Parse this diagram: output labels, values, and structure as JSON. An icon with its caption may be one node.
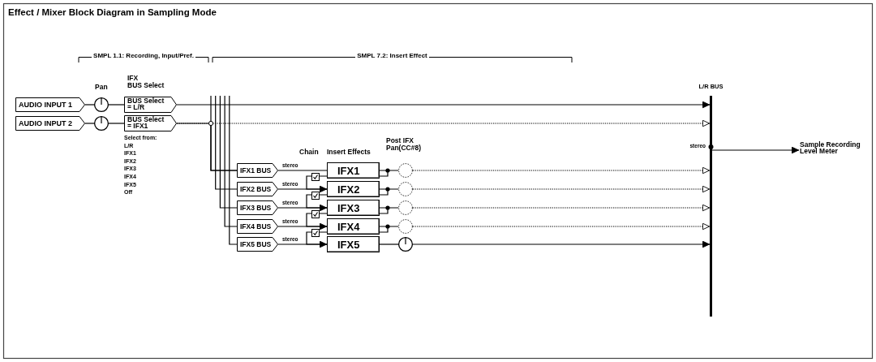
{
  "diagram": {
    "title": "Effect / Mixer Block Diagram in Sampling Mode",
    "nodes": [
      {
        "text": [
          "AUDIO INPUT 1"
        ]
      },
      {
        "text": [],
        "shape": "circle"
      },
      {
        "text": [
          "BUS Select = L/R"
        ]
      },
      {
        "text": [
          "AUDIO INPUT 2"
        ]
      },
      {
        "text": [],
        "shape": "circle"
      },
      {
        "text": [
          "BUS Select = IFX1"
        ]
      },
      {
        "text": [
          "IFX1 BUS"
        ]
      },
      {
        "text": [
          "IFX1"
        ]
      },
      {
        "text": [],
        "shape": "circle"
      },
      {
        "text": [
          "IFX2 BUS"
        ]
      },
      {
        "text": [
          "IFX2"
        ]
      },
      {
        "text": [],
        "shape": "circle"
      },
      {
        "text": [
          "IFX3 BUS"
        ]
      },
      {
        "text": [
          "IFX3"
        ]
      },
      {
        "text": [],
        "shape": "circle"
      },
      {
        "text": [
          "IFX4 BUS"
        ]
      },
      {
        "text": [
          "IFX4"
        ]
      },
      {
        "text": [],
        "shape": "circle"
      },
      {
        "text": [
          "IFX5 BUS"
        ]
      },
      {
        "text": [
          "IFX5"
        ]
      },
      {
        "text": [],
        "shape": "circle"
      },
      {
        "text": [
          "L/R BUS"
        ],
        "beside": [
          "stereo"
        ]
      },
      {
        "text": [
          "Sample Recording Level Meter"
        ]
      }
    ],
    "edges": [
      {
        "from": 0,
        "to": 1,
        "arrow": "none"
      },
      {
        "from": 1,
        "to": 2,
        "arrow": "none"
      },
      {
        "from": 3,
        "to": 4,
        "arrow": "none"
      },
      {
        "from": 4,
        "to": 5,
        "arrow": "none"
      },
      {
        "from": 2,
        "to": 21,
        "arrow": "to"
      },
      {
        "from": 5,
        "to": 21,
        "arrow": "to",
        "style": "dashed"
      },
      {
        "from": 5,
        "to": 6,
        "arrow": "none"
      },
      {
        "from": 6,
        "to": 7,
        "arrow": "none",
        "label": "stereo"
      },
      {
        "from": 7,
        "to": 8,
        "arrow": "none"
      },
      {
        "from": 8,
        "to": 21,
        "arrow": "to",
        "style": "dashed"
      },
      {
        "from": 9,
        "to": 10,
        "arrow": "none",
        "label": "stereo"
      },
      {
        "from": 10,
        "to": 11,
        "arrow": "none"
      },
      {
        "from": 11,
        "to": 21,
        "arrow": "to",
        "style": "dashed"
      },
      {
        "from": 12,
        "to": 13,
        "arrow": "none",
        "label": "stereo"
      },
      {
        "from": 13,
        "to": 14,
        "arrow": "none"
      },
      {
        "from": 14,
        "to": 21,
        "arrow": "to",
        "style": "dashed"
      },
      {
        "from": 15,
        "to": 16,
        "arrow": "none",
        "label": "stereo"
      },
      {
        "from": 16,
        "to": 17,
        "arrow": "none"
      },
      {
        "from": 17,
        "to": 21,
        "arrow": "to",
        "style": "dashed"
      },
      {
        "from": 18,
        "to": 19,
        "arrow": "none",
        "label": "stereo"
      },
      {
        "from": 19,
        "to": 20,
        "arrow": "none"
      },
      {
        "from": 20,
        "to": 21,
        "arrow": "to"
      },
      {
        "from": 7,
        "to": 10,
        "arrow": "to"
      },
      {
        "from": 10,
        "to": 13,
        "arrow": "to"
      },
      {
        "from": 13,
        "to": 16,
        "arrow": "to"
      },
      {
        "from": 16,
        "to": 19,
        "arrow": "to"
      },
      {
        "from": 21,
        "to": 22,
        "arrow": "to"
      }
    ],
    "labels": [
      "SMPL 1.1: Recording, Input/Pref.",
      "SMPL 7.2: Insert Effect",
      "IFX BUS Select",
      "Pan",
      "Select from:",
      "L/R",
      "IFX1",
      "IFX2",
      "IFX3",
      "IFX4",
      "IFX5",
      "Off",
      "Post IFX Pan(CC#8)",
      "Chain",
      "Insert Effects"
    ]
  }
}
